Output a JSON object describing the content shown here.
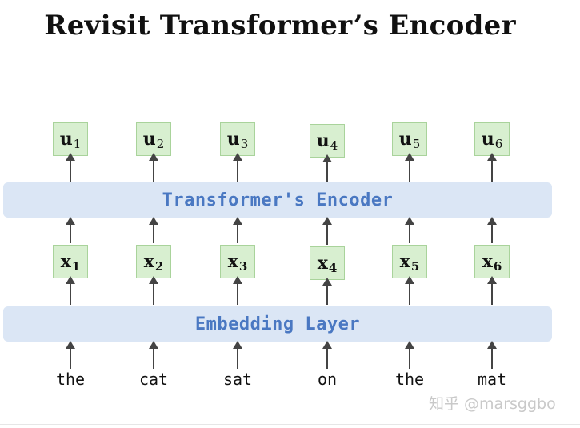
{
  "title": "Revisit Transformer’s Encoder",
  "encoder_label": "Transformer's Encoder",
  "embedding_label": "Embedding Layer",
  "words": [
    "the",
    "cat",
    "sat",
    "on",
    "the",
    "mat"
  ],
  "outputs": [
    {
      "var": "u",
      "sub": "1"
    },
    {
      "var": "u",
      "sub": "2"
    },
    {
      "var": "u",
      "sub": "3"
    },
    {
      "var": "u",
      "sub": "4"
    },
    {
      "var": "u",
      "sub": "5"
    },
    {
      "var": "u",
      "sub": "6"
    }
  ],
  "inputs": [
    {
      "var": "x",
      "sub": "1"
    },
    {
      "var": "x",
      "sub": "2"
    },
    {
      "var": "x",
      "sub": "3"
    },
    {
      "var": "x",
      "sub": "4"
    },
    {
      "var": "x",
      "sub": "5"
    },
    {
      "var": "x",
      "sub": "6"
    }
  ],
  "watermark": "知乎 @marsggbo",
  "colors": {
    "band": "#dbe6f5",
    "band_text": "#4a78c2",
    "node_fill": "#d8efd0",
    "node_border": "#a9d39b"
  }
}
